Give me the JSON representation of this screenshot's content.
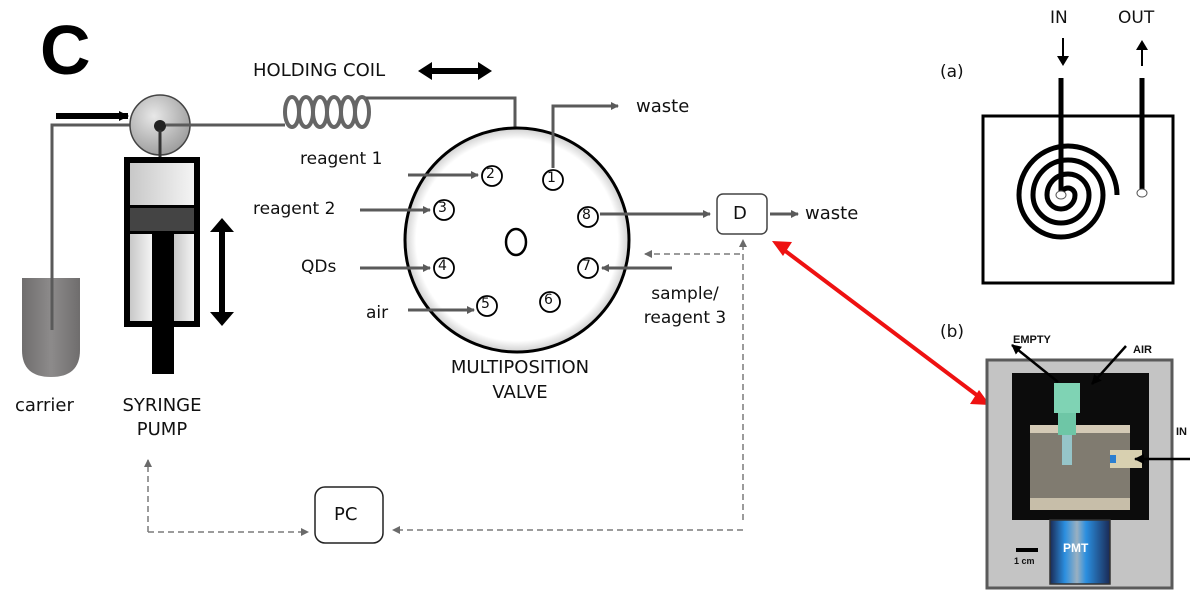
{
  "figure": {
    "panel_label": "C",
    "colors": {
      "line": "#5a5a5a",
      "arrow_black": "#000000",
      "red_link": "#ee1111",
      "dashed": "#7a7a7a",
      "carrier": "#7d7b7b",
      "pmt_blue": "#2a8fd8",
      "fitting_green": "#7fd3b4"
    }
  },
  "left_system": {
    "carrier_label": "carrier",
    "pump_label_line1": "SYRINGE",
    "pump_label_line2": "PUMP",
    "holding_coil_label": "HOLDING COIL",
    "valve_label_line1": "MULTIPOSITION",
    "valve_label_line2": "VALVE",
    "valve_ports": [
      "1",
      "2",
      "3",
      "4",
      "5",
      "6",
      "7",
      "8"
    ],
    "inputs": {
      "reagent1": "reagent 1",
      "reagent2": "reagent 2",
      "qds": "QDs",
      "air": "air",
      "sample_line1": "sample/",
      "sample_line2": "reagent 3"
    },
    "waste_top": "waste",
    "waste_detector": "waste",
    "detector_label": "D",
    "pc_label": "PC"
  },
  "panel_a": {
    "label": "(a)",
    "in_label": "IN",
    "out_label": "OUT"
  },
  "panel_b": {
    "label": "(b)",
    "empty_label": "EMPTY",
    "air_label": "AIR",
    "in_label": "IN",
    "pmt_label": "PMT",
    "scale_label": "1 cm"
  }
}
